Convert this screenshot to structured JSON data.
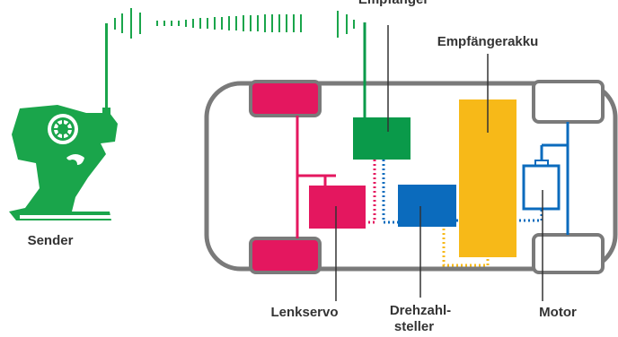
{
  "labels": {
    "empfaenger": "Empfänger",
    "empfaengerakku": "Empfängerakku",
    "sender": "Sender",
    "lenkservo": "Lenkservo",
    "drehzahlsteller_line1": "Drehzahl-",
    "drehzahlsteller_line2": "steller",
    "motor": "Motor"
  },
  "colors": {
    "sender": "#1aa54b",
    "receiver": "#0a9a4a",
    "servo": "#e4175f",
    "esc": "#0b6bbd",
    "battery": "#f7b918",
    "chassis": "#7a7a7a",
    "leader": "#333333"
  },
  "icons": [
    "transmitter-icon",
    "steering-wheel-icon",
    "signal-wave-icon",
    "motor-icon"
  ]
}
